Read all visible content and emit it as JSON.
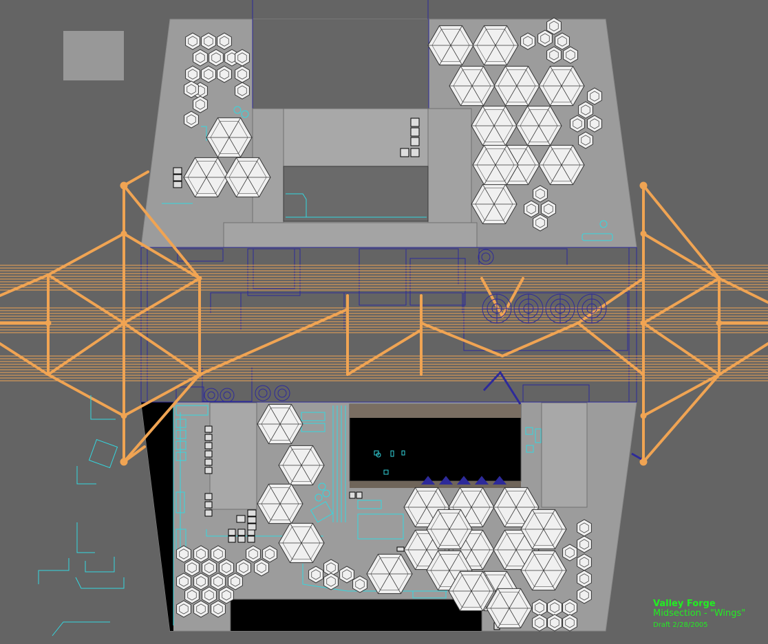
{
  "caption": {
    "title": "Valley Forge",
    "subtitle": "Midsection - \"Wings\"",
    "date": "Draft 2/28/2005"
  },
  "colors": {
    "background": "#646464",
    "hull": "#9a9a9a",
    "hull_edge": "#8a8a8a",
    "truss": "#f0a453",
    "outline_blue": "#2d2a9a",
    "trace_cyan": "#33d8e0",
    "hex_fill": "#f0f0f0",
    "hex_stroke": "#333333",
    "bay_dark": "#000000",
    "caption_green": "#22ee22"
  }
}
